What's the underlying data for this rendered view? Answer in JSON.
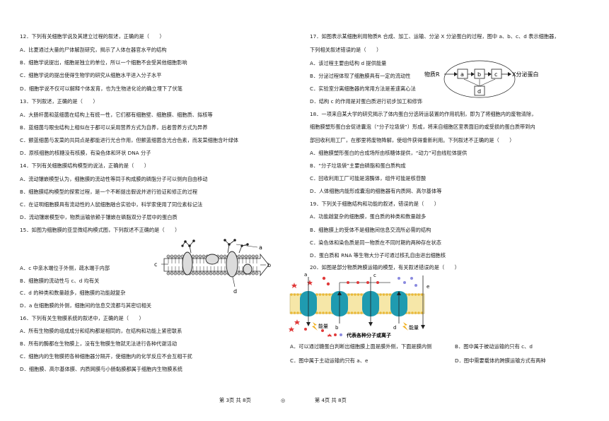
{
  "left": {
    "q12": {
      "stem": "12．下列有关细胞学说及其建立过程的叙述，正确的是（　　）",
      "options": [
        "A．比夏通过大量的尸体解剖研究，揭示了人体在器官水平的结构",
        "B．细胞学说提出，细胞是独立的单位，所以一个细胞不会受其他细胞影响",
        "C．细胞学说的提出使得生物学的研究从细胞水平进入分子水平",
        "D．细胞学说不仅可以解释个体发育，也为生物进化论的确立埋下了伏笔"
      ]
    },
    "q13": {
      "stem": "13．下列叙述，正确的是（　　）",
      "options": [
        "A．大肠杆菌和蓝细菌在结构上有统一性，它们都有细胞壁、细胞膜、细胞质、拟核等",
        "B．蓝细菌与眼虫结构上相似在于都可以采用营养方式为自养，后者营养方式为异养",
        "C．颤蓝细菌与发菜的共同点是都能进行光合作用，但颤蓝细菌含光合色素，而发菜细胞含叶绿体",
        "D．原核细胞的核糖没有核膜，有染色体和环状 DNA 分子"
      ]
    },
    "q14": {
      "stem": "14．下列有关细胞膜结构模型的说法，正确的是（　　）",
      "options": [
        "A．流动镶嵌模型认为，细胞膜的流动性等同于构成膜的磷脂分子可以侧向自由移动",
        "B．细胞膜结构模型的探索过程，是一个不断提出假说并进行验证和修正的过程",
        "C．在证明细胞膜具有流动性的人鼠细胞融合实验中，科学家使用了同位素标记法",
        "D．流动镶嵌模型中，物质运输依赖于镶嵌在磷脂双分子层中的蛋白质"
      ]
    },
    "q15": {
      "stem": "15．如图为细胞膜的亚显微结构模式图，下列叙述不正确的是（　　）",
      "options": [
        "A．c 中亲水端位于外侧，疏水端于内部",
        "B．细胞膜的流动性与 c、d 均有关",
        "C．d 的种类和数量越多，细胞膜的功能越复杂",
        "D．a 在细胞膜的外侧，细胞间的信息交流都与其密切相关"
      ],
      "fig_labels": {
        "a": "a",
        "b": "b",
        "c": "c",
        "d": "d"
      }
    },
    "q16": {
      "stem": "16．下列有关生物膜系统的叙述中，正确的是（　　）",
      "options": [
        "A．所有生物膜的组成成分和结构都是相同的，在结构和功能上紧密联系",
        "B．所有的酶都在生物膜上，没有生物膜生物就无法进行各种代谢活动",
        "C．细胞内的生物膜把各种细胞器分隔开，使细胞内的化学反应不会互相干扰",
        "D．细胞膜、高尔基体膜、内质网膜与小肠黏膜都属于细胞内生物膜系统"
      ]
    }
  },
  "right": {
    "q17": {
      "stem1": "17．如图表示某细胞利用物质R 合成、加工、运输、分泌 X 分泌蛋白的过程，图中 a、b、c、d 表示细胞器，",
      "stem2": "下列相关叙述错误的是（　　）",
      "options": [
        "A．该过程主要由结构 d 提供能量",
        "B．分泌过程体现了细胞膜具有一定的流动性",
        "C．实验室分离细胞器的常用方法是差速离心法",
        "D．结构 c 的作用是对蛋白质进行初步加工和修饰"
      ],
      "fig": {
        "input": "物质R",
        "output": "X分泌蛋白",
        "a": "a",
        "b": "b",
        "c": "c",
        "d": "d"
      }
    },
    "q18": {
      "stem_lines": [
        "18．一项来自某大学的研究揭示了体内蛋白分选转运装置的作用机制，即为了将细胞内的废物清除，",
        "细胞膜塑形蛋白会促进囊泡（“分子垃圾袋”）形成，将来自细胞区室表面旧的或受损的蛋白质带到内",
        "部回收利用工厂，在那里将废物降解，使组件获得重新利用。下列叙述不正确的是（　　）"
      ],
      "options": [
        "A．细胞膜塑形蛋白的合成场所由核糖体提供，“动力”可由线粒体提供",
        "B．“分子垃圾袋”主要由磷脂和蛋白质构成",
        "C．回收利用工厂可能是溶酶体，组件可能是核苷酸",
        "D．人体细胞内能形成囊泡的细胞器有内质网、高尔基体等"
      ]
    },
    "q19": {
      "stem": "19．下列关于细胞结构和功能的叙述，错误的是（　　）",
      "options": [
        "A．功能越复杂的细胞膜，蛋白质的种类和数量越多",
        "B．细胞膜上的受体不是细胞间信息交流所必需的结构",
        "C．染色体和染色质是同一物质在不同时期的两种存在状态",
        "D．蛋白质和 RNA 等生物大分子可通过核孔自由进出细胞核"
      ]
    },
    "q20": {
      "stem": "20．如图是部分物质跨膜运输的模型，有关叙述错误的是（　　）",
      "fig": {
        "a": "a",
        "b": "b",
        "c": "c",
        "d": "d",
        "e": "e",
        "energy": "能量",
        "legend": "代表各种分子或离子"
      },
      "options_row1": [
        "A．可以通过糖蛋白判断出细胞膜上面是膜外侧，下面是膜内侧",
        "B．图中属于被动运输的只有 c、d"
      ],
      "options_row2": [
        "C．图中属于主动运输的只有 a、e",
        "D．图中需要载体的跨膜运输方式有两种"
      ]
    }
  },
  "footer": {
    "left_page": "第 3页 共 8页",
    "center_mark": "◎",
    "right_page": "第 4页 共 8页"
  }
}
